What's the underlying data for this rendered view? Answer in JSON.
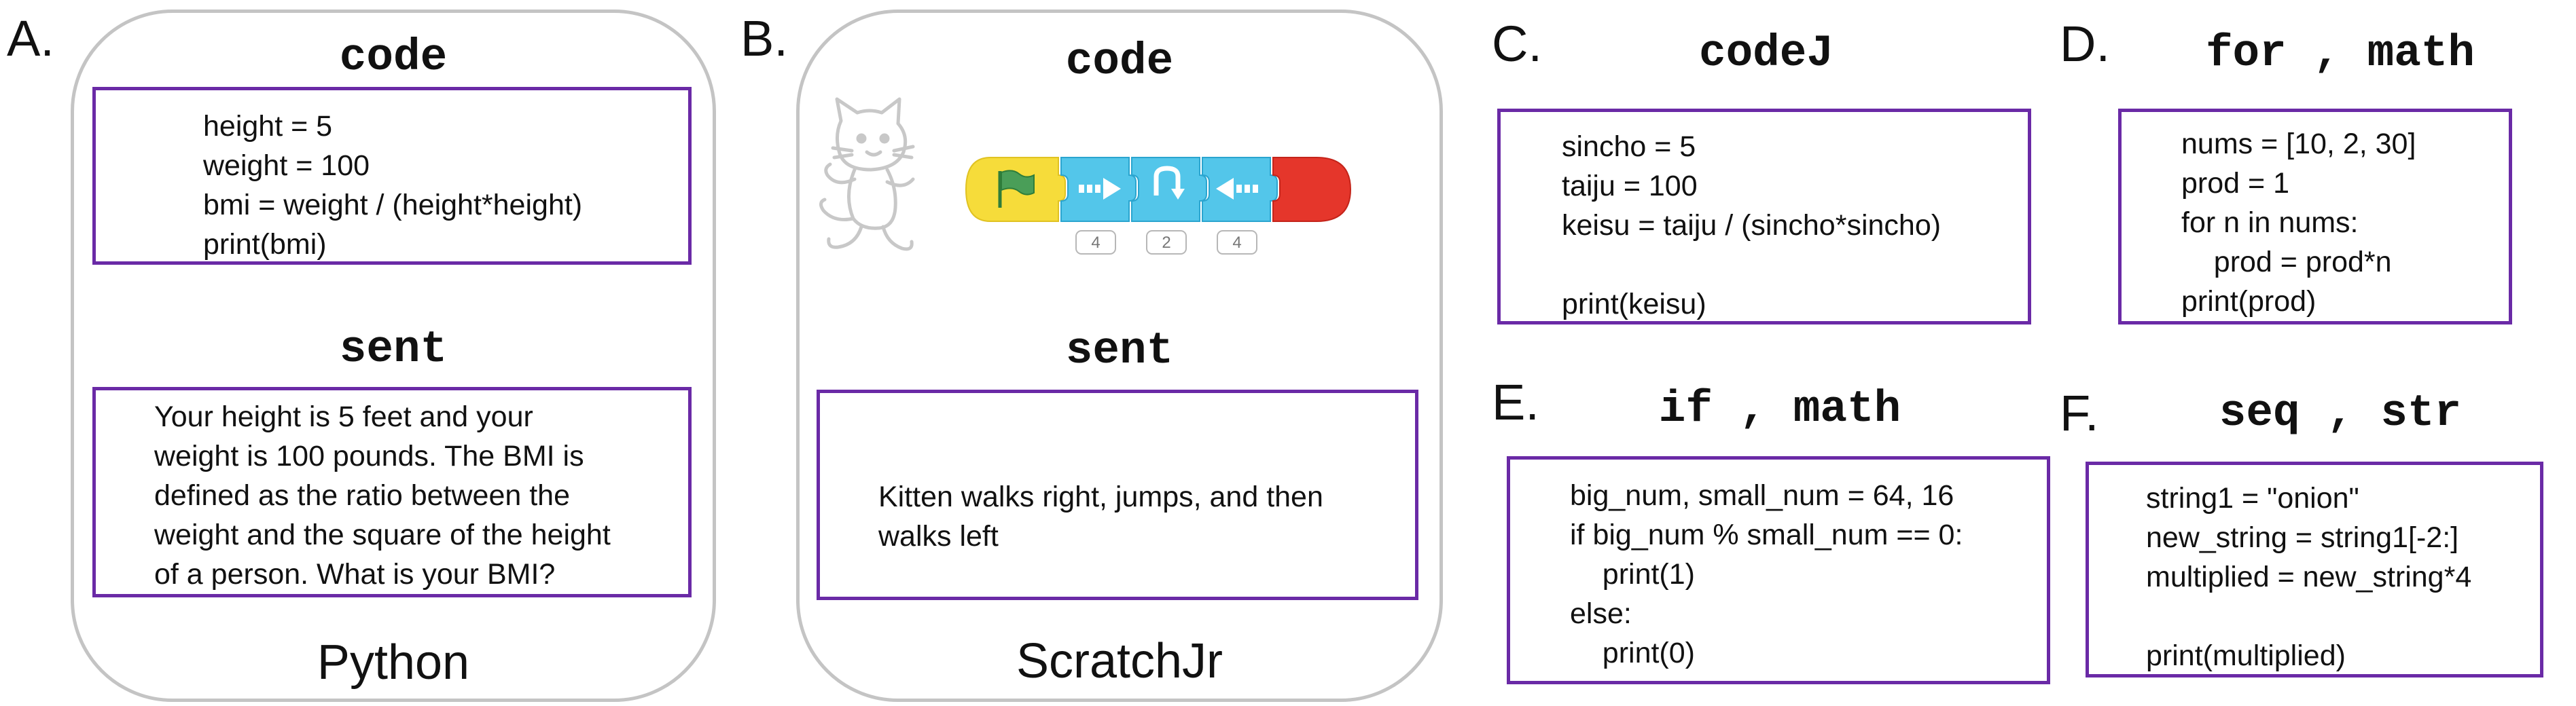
{
  "panels": {
    "A": {
      "letter": "A.",
      "code_heading": "code",
      "code_lines": [
        "height = 5",
        "weight = 100",
        "bmi = weight / (height*height)",
        "print(bmi)"
      ],
      "sent_heading": "sent",
      "sent_lines": [
        "Your height is 5 feet and your",
        "weight is 100 pounds. The BMI is",
        "defined as the ratio between the",
        "weight and the square of the height",
        "of a person. What is your BMI?"
      ],
      "language": "Python"
    },
    "B": {
      "letter": "B.",
      "code_heading": "code",
      "block_counts": [
        "4",
        "2",
        "4"
      ],
      "sent_heading": "sent",
      "sent_lines": [
        "Kitten walks right, jumps, and then",
        "walks left"
      ],
      "language": "ScratchJr"
    },
    "C": {
      "letter": "C.",
      "heading": "codeJ",
      "code_lines": [
        "sincho = 5",
        "taiju = 100",
        "keisu = taiju / (sincho*sincho)",
        "",
        "print(keisu)"
      ]
    },
    "D": {
      "letter": "D.",
      "heading": "for , math",
      "code_lines": [
        "nums = [10, 2, 30]",
        "prod = 1",
        "for n in nums:",
        "    prod = prod*n",
        "print(prod)"
      ]
    },
    "E": {
      "letter": "E.",
      "heading": "if , math",
      "code_lines": [
        "big_num, small_num = 64, 16",
        "if big_num % small_num == 0:",
        "    print(1)",
        "else:",
        "    print(0)"
      ]
    },
    "F": {
      "letter": "F.",
      "heading": "seq , str",
      "code_lines": [
        "string1 = \"onion\"",
        "new_string = string1[-2:]",
        "multiplied = new_string*4",
        "",
        "print(multiplied)"
      ]
    }
  },
  "colors": {
    "box_border": "#6a2aa6",
    "card_border": "#c4c4c4",
    "flag_block": "#f6dc3a",
    "motion_block": "#53c6ea",
    "end_block": "#e5362b",
    "cat_outline": "#c8c8c8"
  },
  "icons": [
    "scratch-cat-icon",
    "green-flag-icon",
    "move-right-icon",
    "jump-icon",
    "move-left-icon"
  ]
}
